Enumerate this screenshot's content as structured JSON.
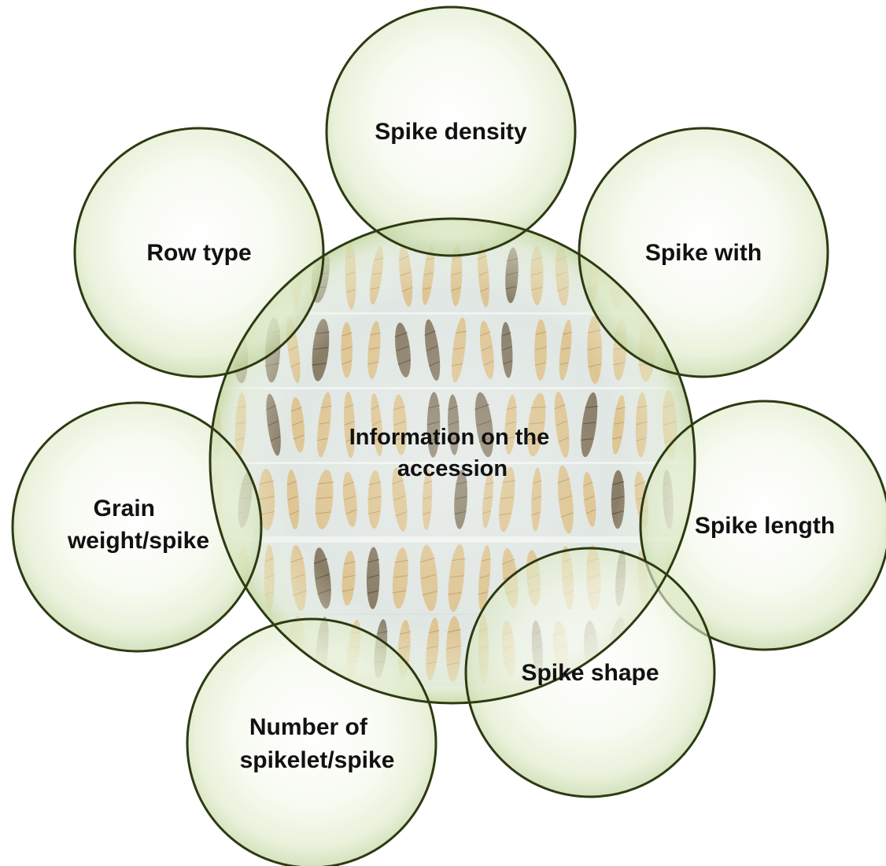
{
  "diagram": {
    "center": {
      "lines": [
        "Information on the",
        "accession"
      ],
      "image": "barley-spike-collage"
    },
    "traits": [
      {
        "id": "spike-density",
        "lines": [
          "Spike density"
        ]
      },
      {
        "id": "spike-with",
        "lines": [
          "Spike with"
        ]
      },
      {
        "id": "spike-length",
        "lines": [
          "Spike length"
        ]
      },
      {
        "id": "spike-shape",
        "lines": [
          "Spike shape"
        ]
      },
      {
        "id": "number-of-spikelet",
        "lines": [
          "Number of",
          "spikelet/spike"
        ]
      },
      {
        "id": "grain-weight",
        "lines": [
          "Grain",
          "weight/spike"
        ]
      },
      {
        "id": "row-type",
        "lines": [
          "Row type"
        ]
      }
    ],
    "colors": {
      "bubble_fill": "#eaf3d8",
      "bubble_edge": "#b7cc93",
      "outline": "#2d3a12",
      "straw": "#d9b878",
      "dark_spike": "#6b5a3d",
      "collage_bg": "#cfd9d6"
    }
  }
}
